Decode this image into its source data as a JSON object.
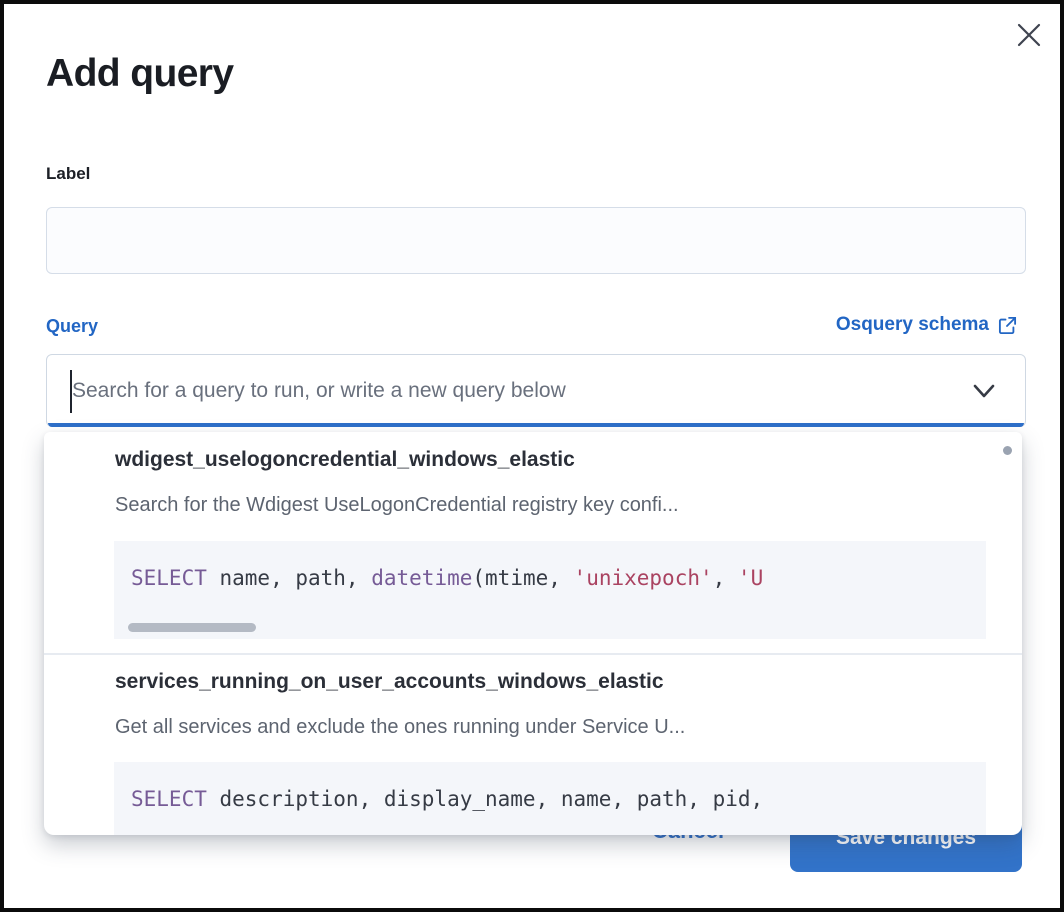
{
  "modal": {
    "title": "Add query"
  },
  "label_field": {
    "label": "Label",
    "value": "",
    "placeholder": ""
  },
  "query_field": {
    "label": "Query",
    "schema_link_label": "Osquery schema",
    "placeholder": "Search for a query to run, or write a new query below",
    "value": ""
  },
  "dropdown": {
    "options": [
      {
        "id": "wdigest_uselogoncredential_windows_elastic",
        "description": "Search for the Wdigest UseLogonCredential registry key confi...",
        "sql_tokens": [
          {
            "t": "kw",
            "v": "SELECT"
          },
          {
            "t": "p",
            "v": " name, path, "
          },
          {
            "t": "kw",
            "v": "datetime"
          },
          {
            "t": "p",
            "v": "(mtime, "
          },
          {
            "t": "str",
            "v": "'unixepoch'"
          },
          {
            "t": "p",
            "v": ", "
          },
          {
            "t": "str",
            "v": "'U"
          }
        ]
      },
      {
        "id": "services_running_on_user_accounts_windows_elastic",
        "description": "Get all services and exclude the ones running under Service U...",
        "sql_tokens": [
          {
            "t": "kw",
            "v": "SELECT"
          },
          {
            "t": "p",
            "v": " description, display_name, name, path, pid,"
          }
        ]
      }
    ]
  },
  "footer": {
    "cancel_label": "Cancel",
    "save_label": "Save changes"
  },
  "colors": {
    "accent_blue": "#2266c4",
    "focus_bar_blue": "#2e6fc9",
    "save_button_blue": "#3273c9",
    "code_keyword_purple": "#765b96",
    "code_string_pink": "#aa4361",
    "code_background": "#f4f6fa"
  }
}
